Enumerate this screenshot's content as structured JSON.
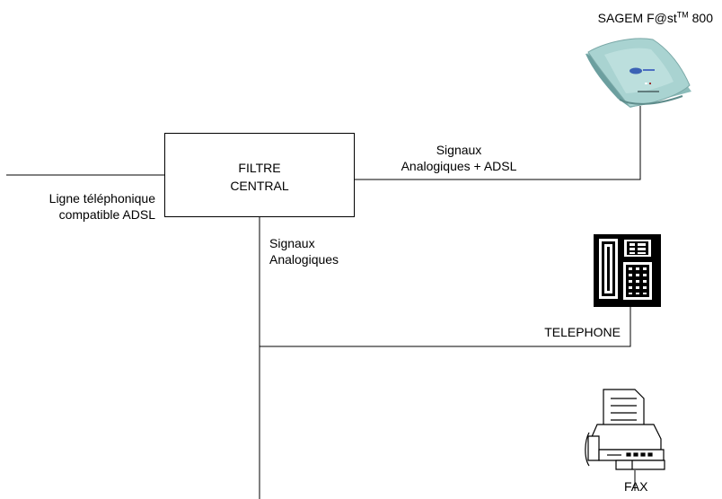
{
  "modem": {
    "name_prefix": "SAGEM F@st",
    "trademark": "TM",
    "name_suffix": " 800"
  },
  "filter": {
    "line1": "FILTRE",
    "line2": "CENTRAL"
  },
  "labels": {
    "adsl_signals_1": "Signaux",
    "adsl_signals_2": "Analogiques + ADSL",
    "phone_line_1": "Ligne téléphonique",
    "phone_line_2": "compatible ADSL",
    "analog_signals_1": "Signaux",
    "analog_signals_2": "Analogiques",
    "telephone": "TELEPHONE",
    "fax": "FAX"
  },
  "icons": {
    "modem": "modem-icon",
    "telephone": "telephone-icon",
    "fax": "fax-icon"
  },
  "colors": {
    "modem_body": "#a9d3d1",
    "modem_shadow": "#6c9f9f",
    "logo_blue": "#3b62b5",
    "lines": "#000000"
  }
}
